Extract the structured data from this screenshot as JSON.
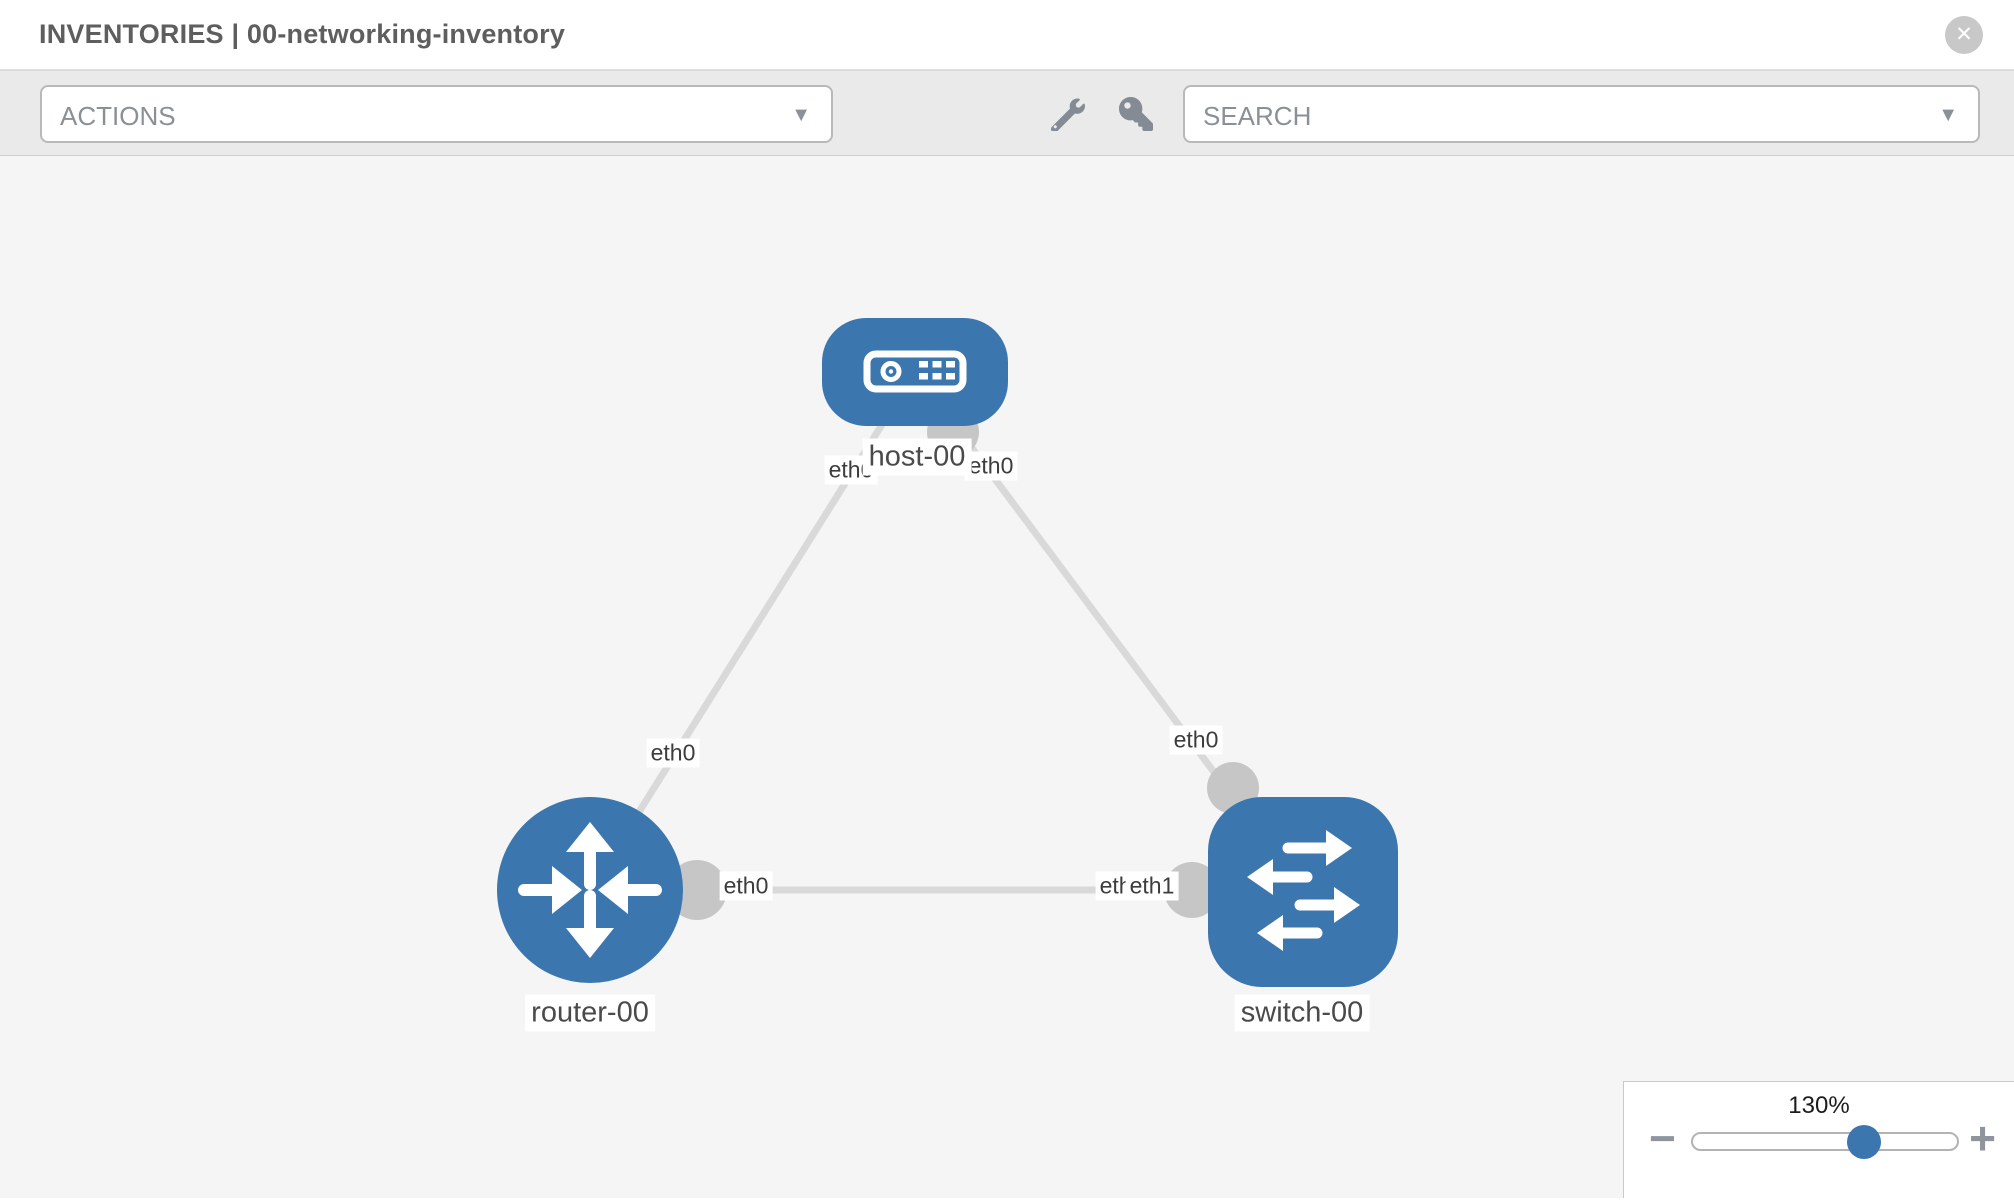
{
  "header": {
    "title": "INVENTORIES | 00-networking-inventory"
  },
  "toolbar": {
    "actions_label": "ACTIONS",
    "search_label": "SEARCH"
  },
  "icons": {
    "close": "✕",
    "caret_down": "▼",
    "minus": "−",
    "plus": "+",
    "wrench": "wrench-icon",
    "key": "key-icon"
  },
  "colors": {
    "node_blue": "#3b76af",
    "link_gray": "#d9d9d9",
    "port_gray": "#c6c6c6",
    "canvas_bg": "#f5f5f5"
  },
  "topology": {
    "nodes": [
      {
        "id": "host-00",
        "type": "host",
        "label": "host-00"
      },
      {
        "id": "router-00",
        "type": "router",
        "label": "router-00"
      },
      {
        "id": "switch-00",
        "type": "switch",
        "label": "switch-00"
      }
    ],
    "links": [
      {
        "source": "host-00",
        "target": "router-00",
        "source_iface": "eth0",
        "target_iface": "eth0"
      },
      {
        "source": "host-00",
        "target": "switch-00",
        "source_iface": "eth0",
        "target_iface": "eth0"
      },
      {
        "source": "router-00",
        "target": "switch-00",
        "source_iface": "eth0",
        "target_iface": "eth1"
      }
    ],
    "iface_labels": [
      {
        "text": "eth0",
        "link": "host-router",
        "end": "host"
      },
      {
        "text": "eth0",
        "link": "host-switch",
        "end": "host"
      },
      {
        "text": "eth0",
        "link": "host-router",
        "end": "router"
      },
      {
        "text": "eth0",
        "link": "host-switch",
        "end": "switch"
      },
      {
        "text": "eth0",
        "link": "router-switch",
        "end": "router"
      },
      {
        "text": "eth0",
        "link": "router-switch",
        "end": "switch-under"
      },
      {
        "text": "eth1",
        "link": "router-switch",
        "end": "switch-over"
      }
    ]
  },
  "zoom_control": {
    "level": "130%"
  }
}
